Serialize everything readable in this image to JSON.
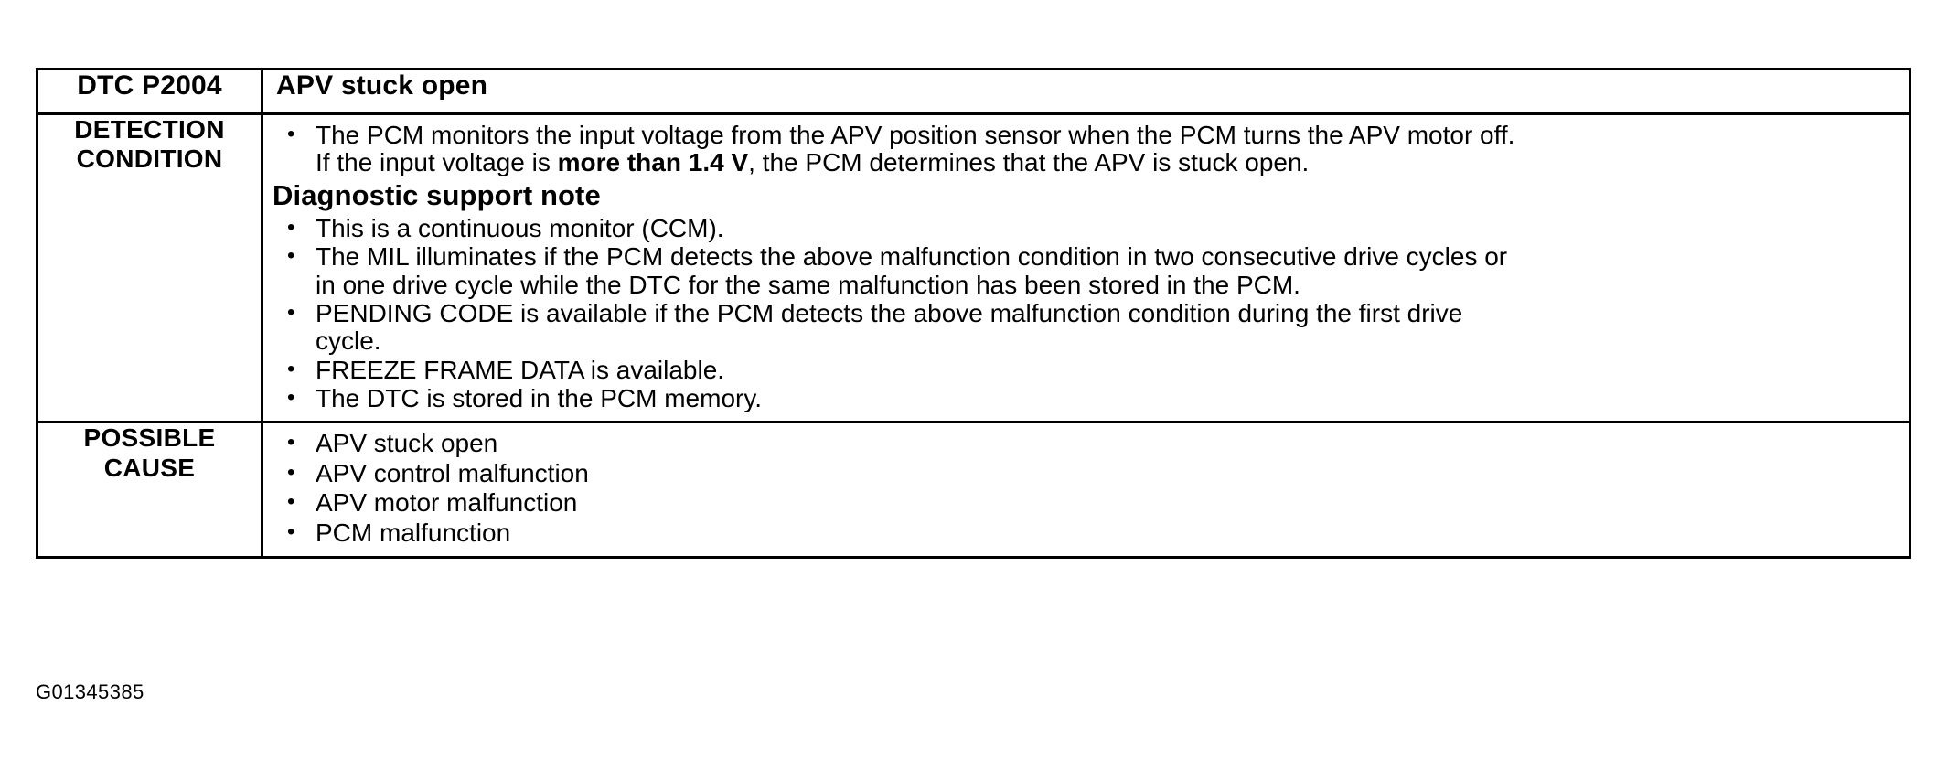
{
  "table": {
    "header": {
      "dtc_code": "DTC P2004",
      "dtc_name": "APV stuck open"
    },
    "rows": [
      {
        "label_line1": "DETECTION",
        "label_line2": "CONDITION",
        "bullets_top": [
          {
            "line1_pre": "The PCM monitors the input voltage from the APV position sensor when the PCM turns the APV motor off.",
            "line2_pre": "If the input voltage is ",
            "line2_bold": "more than 1.4 V",
            "line2_post": ", the PCM determines that the APV is stuck open."
          }
        ],
        "subheading": "Diagnostic support note",
        "bullets_bottom": [
          {
            "line1": "This is a continuous monitor (CCM)."
          },
          {
            "line1": "The MIL illuminates if the PCM detects the above malfunction condition in two consecutive drive cycles or",
            "line2": "in one drive cycle while the DTC for the same malfunction has been stored in the PCM."
          },
          {
            "line1": "PENDING CODE is available if the PCM detects the above malfunction condition during the first drive",
            "line2": "cycle."
          },
          {
            "line1": "FREEZE FRAME DATA is available."
          },
          {
            "line1": "The DTC is stored in the PCM memory."
          }
        ]
      },
      {
        "label_line1": "POSSIBLE",
        "label_line2": "CAUSE",
        "causes": [
          "APV stuck open",
          "APV control malfunction",
          "APV motor malfunction",
          "PCM malfunction"
        ]
      }
    ]
  },
  "caption": "G01345385",
  "colors": {
    "ink": "#000000",
    "paper": "#ffffff"
  }
}
